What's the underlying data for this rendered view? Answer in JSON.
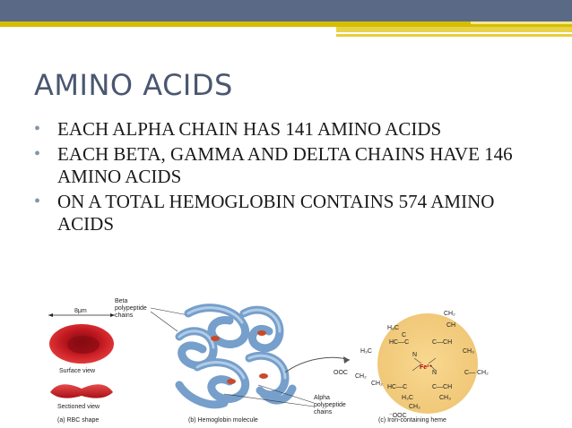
{
  "title": "AMINO ACIDS",
  "bullets": [
    {
      "text": "EACH ALPHA CHAIN HAS 141 AMINO ACIDS"
    },
    {
      "text": "EACH BETA, GAMMA AND DELTA CHAINS HAVE 146 AMINO ACIDS"
    },
    {
      "text": "ON A TOTAL HEMOGLOBIN CONTAINS 574 AMINO ACIDS"
    }
  ],
  "figure": {
    "scale_label": "8μm",
    "surface_view": "Surface view",
    "sectioned_view": "Sectioned view",
    "caption_a": "(a) RBC shape",
    "caption_b": "(b) Hemoglobin molecule",
    "caption_c": "(c) Iron-containing heme",
    "beta_label_1": "Beta",
    "beta_label_2": "polypeptide",
    "beta_label_3": "chains",
    "alpha_label_1": "Alpha",
    "alpha_label_2": "polypeptide",
    "alpha_label_3": "chains",
    "heme": {
      "ch2_top": "CH₂",
      "ch_top": "CH",
      "h3c_top": "H₃C",
      "c_top": "C",
      "hc_left": "HC—C",
      "c_ch": "C—CH",
      "h3c_left": "H₃C",
      "ch3_right": "CH₃",
      "n1": "N",
      "fe": "Fe²⁺",
      "n2": "N",
      "ooc": "OOC",
      "ch2_l": "CH₂",
      "ch2_r": "CH₂",
      "ch2_far": "C— CH₂",
      "hc_bot": "HC—C",
      "c_bot": "C—CH",
      "h3c_bot": "H₃C",
      "ch3_bot": "CH₃",
      "ch2_bot": "CH₂",
      "ooc_bot": "⁻OOC"
    }
  }
}
